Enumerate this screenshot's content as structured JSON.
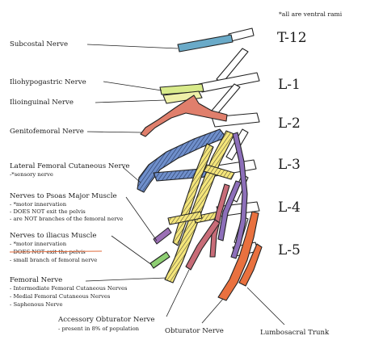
{
  "note": "*all are ventral rami",
  "levels": [
    "T-12",
    "L-1",
    "L-2",
    "L-3",
    "L-4",
    "L-5"
  ],
  "labels": {
    "subcostal": "Subcostal Nerve",
    "iliohypogastric": "Iliohypogastric Nerve",
    "ilioinguinal": "Ilioinguinal Nerve",
    "genitofemoral": "Genitofemoral Nerve",
    "lfcn": {
      "title": "Lateral Femoral Cutaneous Nerve",
      "lines": [
        "-*sensory nerve"
      ]
    },
    "psoas": {
      "title": "Nerves to Psoas Major Muscle",
      "lines": [
        "- *motor innervation",
        "- DOES NOT exit the pelvis",
        "- are NOT branches of the femoral nerve"
      ]
    },
    "iliacus": {
      "title": "Nerves to iliacus Muscle",
      "lines": [
        "- *motor innervation",
        "- DOES NOT exit the pelvis",
        "- small branch of femoral nerve"
      ]
    },
    "femoral": {
      "title": "Femoral Nerve",
      "lines": [
        "- Intermediate Femoral Cutaneous Nerves",
        "- Medial Femoral Cutaneous Nerves",
        "- Saphenous Nerve"
      ]
    },
    "accessory": {
      "title": "Accessory Obturator Nerve",
      "lines": [
        "- present in 8% of population"
      ]
    },
    "obturator": "Obturator Nerve",
    "lumbosacral": "Lumbosacral Trunk"
  },
  "colors": {
    "subcostal": "#6aaac8",
    "iliohypogastric": "#d8ea8a",
    "ilioinguinal": "#eef0a8",
    "genitofemoral": "#e07f6c",
    "lfcn": "#6f8fcb",
    "femoral": "#f4e57a",
    "obturator": "#8d6fba",
    "accessory": "#c86c78",
    "lumbosacral": "#e9713f",
    "psoas_branch": "#9b6fb5",
    "iliacus_branch": "#8ecf73",
    "strike": "#e06a3a"
  }
}
